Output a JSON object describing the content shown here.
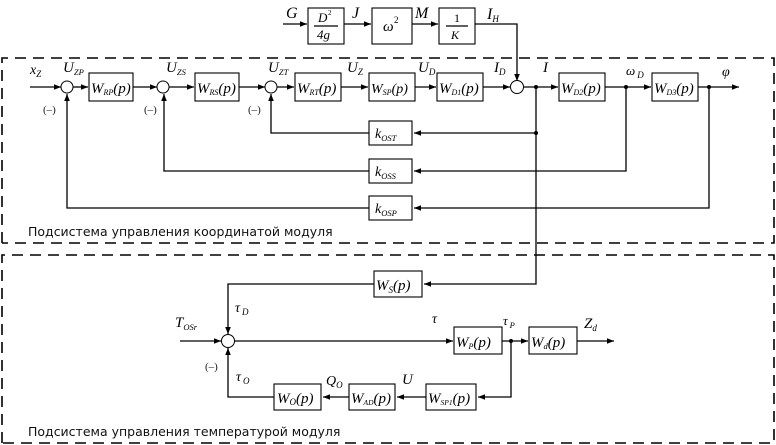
{
  "top_chain": {
    "inputs": {
      "G": "G",
      "J": "J",
      "M": "M",
      "IH": "I",
      "IH_sub": "H"
    },
    "blocks": {
      "d2_num": "D",
      "d2_sup": "2",
      "d2_den": "4g",
      "omega": "ω",
      "omega_sup": "2",
      "invk_num": "1",
      "invk_den": "K"
    }
  },
  "coordinate_subsystem": {
    "caption": "Подсистема управления координатой модуля",
    "signals": {
      "xz": "x",
      "xz_sub": "Z",
      "uzp": "U",
      "uzp_sub": "ZP",
      "uzs": "U",
      "uzs_sub": "ZS",
      "uzt": "U",
      "uzt_sub": "ZT",
      "uz": "U",
      "uz_sub": "Z",
      "ud": "U",
      "ud_sub": "D",
      "id": "I",
      "id_sub": "D",
      "i": "I",
      "wd": "ω",
      "wd_sub": "D",
      "phi": "φ"
    },
    "blocks": [
      {
        "id": "wrp",
        "main": "W",
        "sub": "RP",
        "arg": "(p)"
      },
      {
        "id": "wrs",
        "main": "W",
        "sub": "RS",
        "arg": "(p)"
      },
      {
        "id": "wrt",
        "main": "W",
        "sub": "RT",
        "arg": "(p)"
      },
      {
        "id": "wsp",
        "main": "W",
        "sub": "SP",
        "arg": "(p)"
      },
      {
        "id": "wd1",
        "main": "W",
        "sub": "D1",
        "arg": "(p)"
      },
      {
        "id": "wd2",
        "main": "W",
        "sub": "D2",
        "arg": "(p)"
      },
      {
        "id": "wd3",
        "main": "W",
        "sub": "D3",
        "arg": "(p)"
      }
    ],
    "feedback": [
      {
        "id": "kost",
        "main": "k",
        "sub": "OST"
      },
      {
        "id": "koss",
        "main": "k",
        "sub": "OSS"
      },
      {
        "id": "kosp",
        "main": "k",
        "sub": "OSP"
      }
    ],
    "negative_sign": "(–)"
  },
  "temperature_subsystem": {
    "caption": "Подсистема управления температурой модуля",
    "signals": {
      "tos": "T",
      "tos_sub": "OSr",
      "taud": "τ",
      "taud_sub": "D",
      "tau": "τ",
      "taup": "τ",
      "taup_sub": "P",
      "zd": "Z",
      "zd_sub": "d",
      "tauo": "τ",
      "tauo_sub": "O",
      "qo": "Q",
      "qo_sub": "O",
      "u": "U"
    },
    "blocks": [
      {
        "id": "ws",
        "main": "W",
        "sub": "S",
        "arg": "(p)"
      },
      {
        "id": "wp",
        "main": "W",
        "sub": "P",
        "arg": "(p)"
      },
      {
        "id": "wd",
        "main": "W",
        "sub": "d",
        "arg": "(p)"
      },
      {
        "id": "wo",
        "main": "W",
        "sub": "O",
        "arg": "(p)"
      },
      {
        "id": "wad",
        "main": "W",
        "sub": "AD",
        "arg": "(p)"
      },
      {
        "id": "wsp1",
        "main": "W",
        "sub": "SP1",
        "arg": "(p)"
      }
    ],
    "negative_sign": "(–)"
  }
}
